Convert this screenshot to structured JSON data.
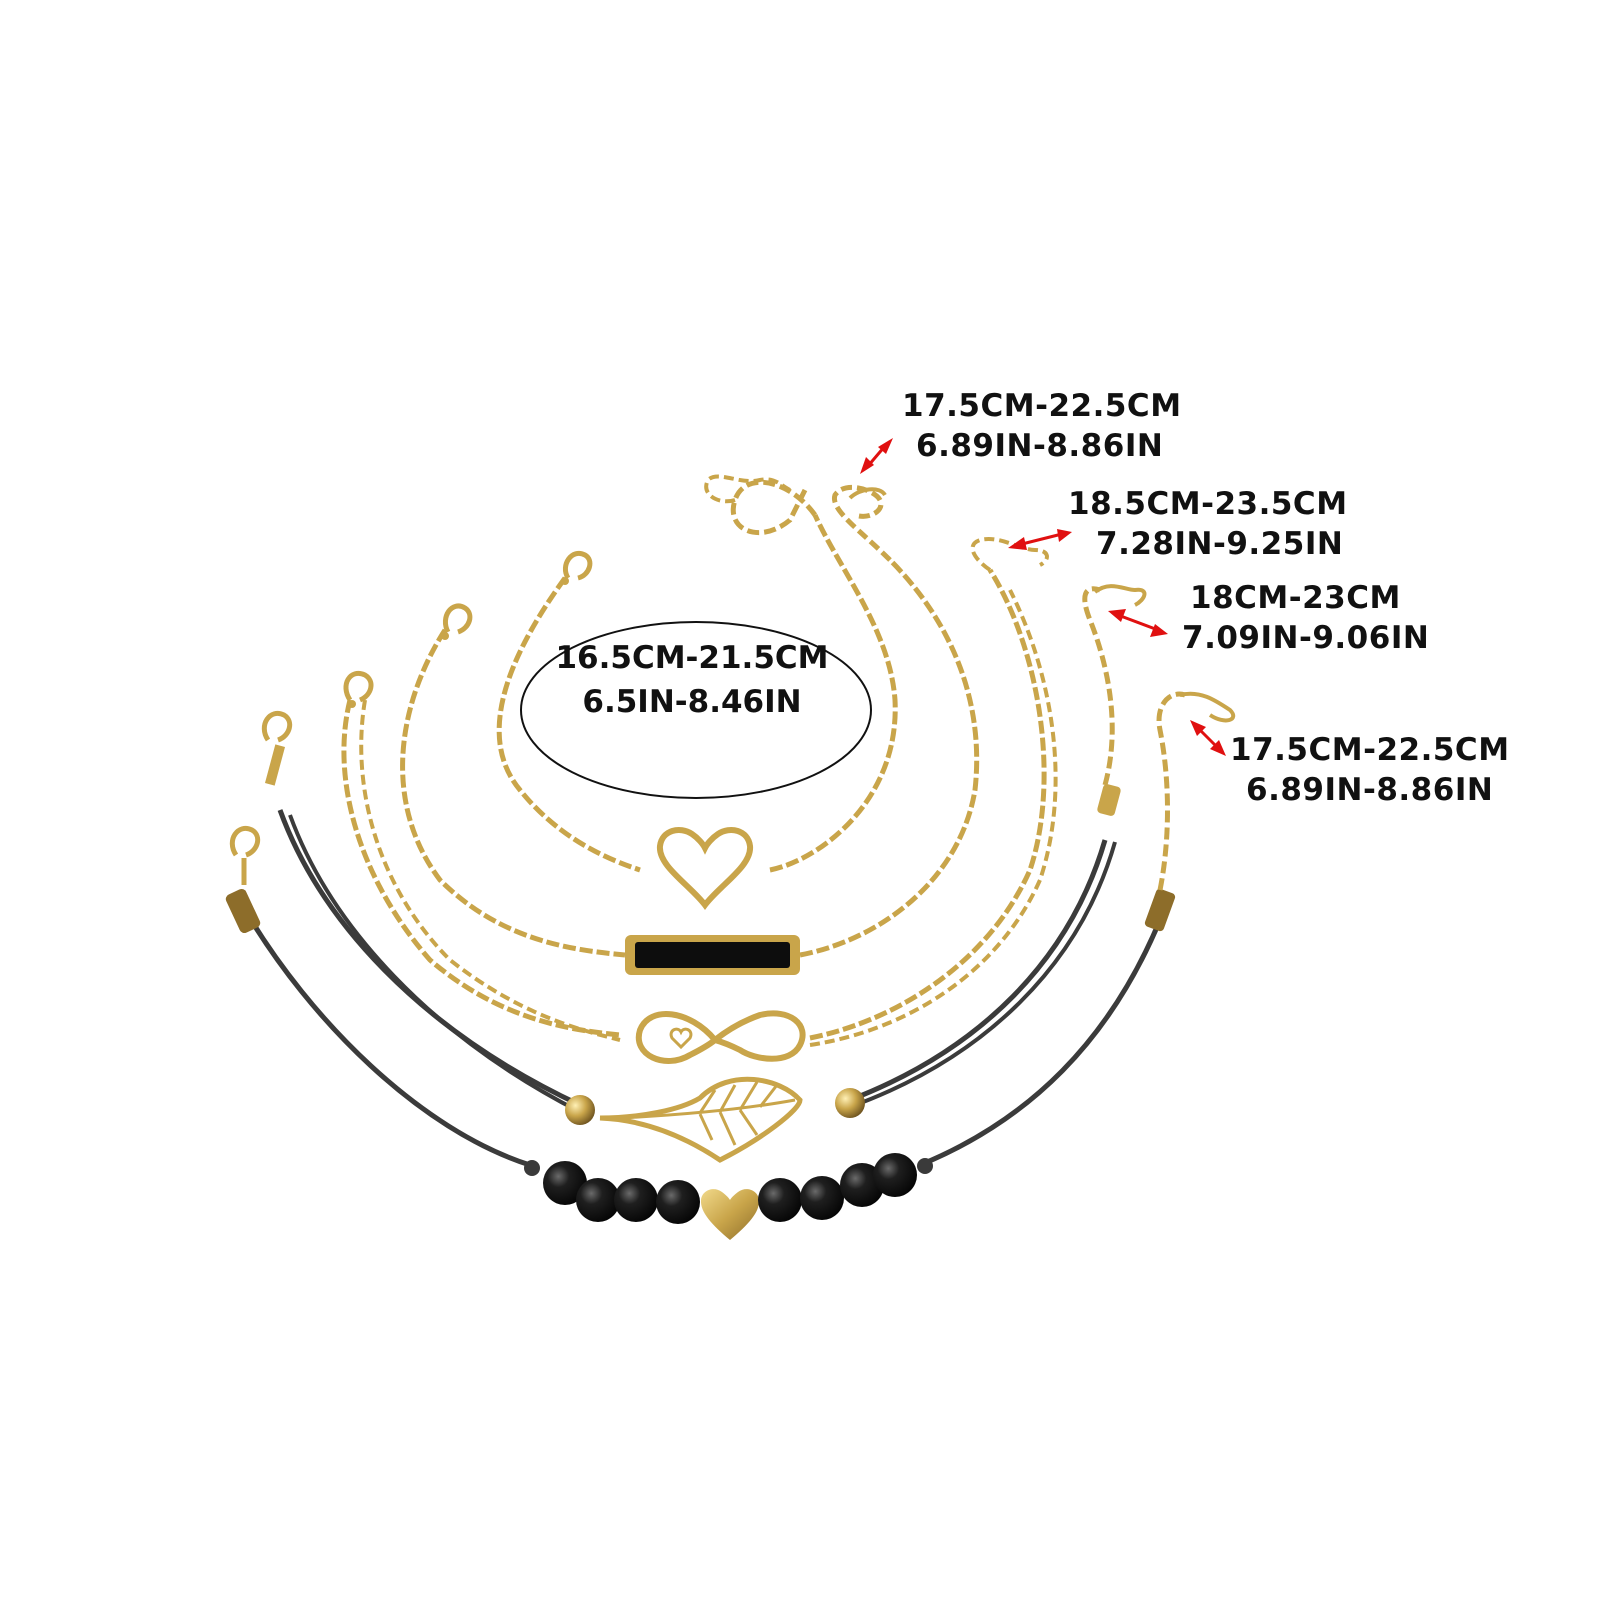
{
  "palette": {
    "background": "#ffffff",
    "gold": "#c9a54a",
    "gold_dark": "#8d6d2a",
    "cord": "#3b3b3b",
    "bead": "#1a1a1a",
    "arrow": "#e01010",
    "text": "#111111"
  },
  "labels": {
    "bracelet_1": {
      "cm": "16.5CM-21.5CM",
      "in": "6.5IN-8.46IN"
    },
    "bracelet_2": {
      "cm": "17.5CM-22.5CM",
      "in": "6.89IN-8.86IN"
    },
    "bracelet_3": {
      "cm": "18.5CM-23.5CM",
      "in": "7.28IN-9.25IN"
    },
    "bracelet_4": {
      "cm": "18CM-23CM",
      "in": "7.09IN-9.06IN"
    },
    "bracelet_5": {
      "cm": "17.5CM-22.5CM",
      "in": "6.89IN-8.86IN"
    }
  },
  "pendants": [
    "heart",
    "rectangle",
    "infinity-heart",
    "leaf",
    "gold-heart-bead"
  ],
  "icons": [
    "lobster-clasp-icon",
    "extension-chain-icon",
    "double-arrow-icon"
  ]
}
